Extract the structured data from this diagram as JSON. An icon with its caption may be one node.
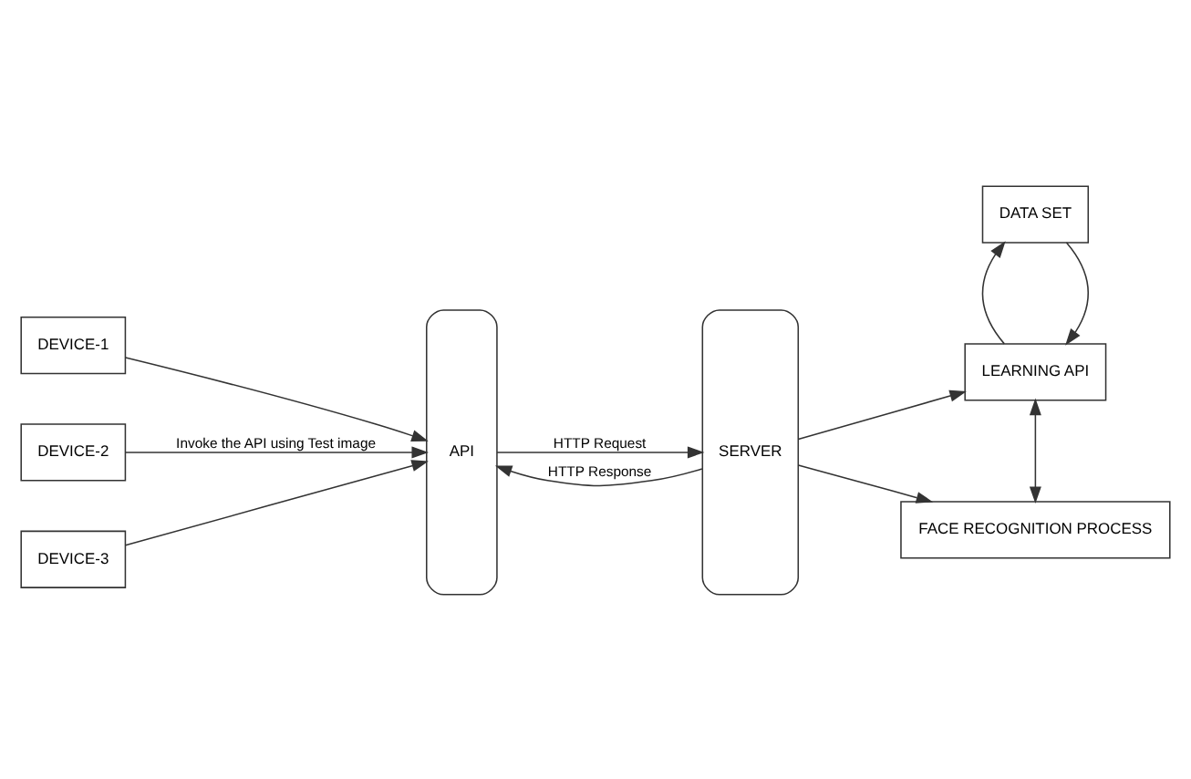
{
  "diagram": {
    "nodes": [
      {
        "text": [
          "DEVICE-1"
        ]
      },
      {
        "text": [
          "DEVICE-2"
        ]
      },
      {
        "text": [
          "DEVICE-3"
        ]
      },
      {
        "text": [
          "API"
        ]
      },
      {
        "text": [
          "SERVER"
        ]
      },
      {
        "text": [
          "DATA SET"
        ]
      },
      {
        "text": [
          "LEARNING API"
        ]
      },
      {
        "text": [
          "FACE RECOGNITION PROCESS"
        ]
      }
    ],
    "edges": [
      {
        "from": 0,
        "to": 3,
        "arrow": "to"
      },
      {
        "from": 1,
        "to": 3,
        "arrow": "to",
        "label": "Invoke the API using Test image"
      },
      {
        "from": 2,
        "to": 3,
        "arrow": "to"
      },
      {
        "from": 3,
        "to": 4,
        "arrow": "to",
        "label": "HTTP Request"
      },
      {
        "from": 4,
        "to": 3,
        "arrow": "to",
        "label": "HTTP Response"
      },
      {
        "from": 4,
        "to": 6,
        "arrow": "to"
      },
      {
        "from": 4,
        "to": 7,
        "arrow": "to"
      },
      {
        "from": 5,
        "to": 6,
        "arrow": "to"
      },
      {
        "from": 6,
        "to": 5,
        "arrow": "to"
      },
      {
        "from": 6,
        "to": 7,
        "arrow": "both"
      }
    ]
  }
}
